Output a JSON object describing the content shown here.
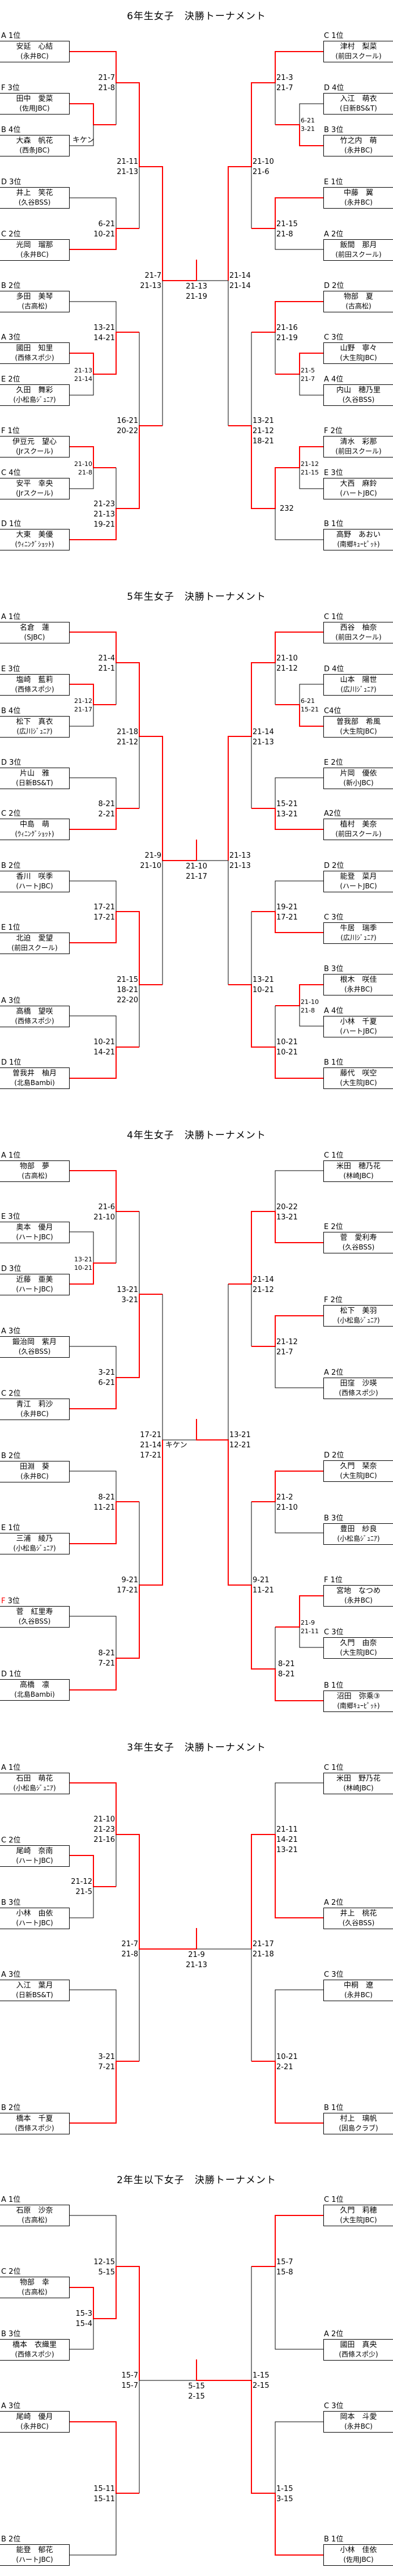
{
  "colors": {
    "win_line": "#ff0000",
    "line": "#000000"
  },
  "sections": [
    {
      "title": "6年生女子　決勝トーナメント",
      "left": [
        {
          "seed": "A 1位",
          "name": "安延　心結",
          "team": "(永井BC)"
        },
        {
          "seed": "F 3位",
          "name": "田中　愛菜",
          "team": "(佐用JBC)"
        },
        {
          "seed": "B 4位",
          "name": "大森　帆花",
          "team": "(西条JBC)"
        },
        {
          "seed": "D 3位",
          "name": "井上　笑花",
          "team": "(久谷BSS)"
        },
        {
          "seed": "C 2位",
          "name": "光岡　瑠那",
          "team": "(永井BC)"
        },
        {
          "seed": "B 2位",
          "name": "多田　美琴",
          "team": "(古高松)"
        },
        {
          "seed": "A 3位",
          "name": "國田　知里",
          "team": "(西條スポ少)"
        },
        {
          "seed": "E 2位",
          "name": "久田　舞彩",
          "team": "(小松島ｼﾞｭﾆｱ)"
        },
        {
          "seed": "F 1位",
          "name": "伊豆元　望心",
          "team": "(Jrスクール)"
        },
        {
          "seed": "C 4位",
          "name": "安平　幸央",
          "team": "(Jrスクール)"
        },
        {
          "seed": "D 1位",
          "name": "大東　美優",
          "team": "(ｳｨﾆﾝｸﾞｼｮｯﾄ)"
        }
      ],
      "right": [
        {
          "seed": "C 1位",
          "name": "津村　梨菜",
          "team": "(前田スクール)"
        },
        {
          "seed": "D 4位",
          "name": "入江　萌衣",
          "team": "(日新BS&T)"
        },
        {
          "seed": "B 3位",
          "name": "竹之内　萌",
          "team": "(永井BC)"
        },
        {
          "seed": "E 1位",
          "name": "中藤　翼",
          "team": "(永井BC)"
        },
        {
          "seed": "A 2位",
          "name": "飯間　那月",
          "team": "(前田スクール)"
        },
        {
          "seed": "D 2位",
          "name": "物部　夏",
          "team": "(古高松)"
        },
        {
          "seed": "C 3位",
          "name": "山野　寧々",
          "team": "(大生院JBC)"
        },
        {
          "seed": "A 4位",
          "name": "内山　穂乃里",
          "team": "(久谷BSS)"
        },
        {
          "seed": "F 2位",
          "name": "清水　彩那",
          "team": "(前田スクール)"
        },
        {
          "seed": "E 3位",
          "name": "大西　麻鈴",
          "team": "(ハートJBC)"
        },
        {
          "seed": "B 1位",
          "name": "高野　あおい",
          "team": "(南郷ｷｭｰﾋﾟｯﾄ)"
        }
      ],
      "scores": [
        [
          "21-7",
          "21-8"
        ],
        [
          "21-3",
          "21-7"
        ],
        [
          "キケン"
        ],
        [
          "6-21",
          "3-21"
        ],
        [
          "21-11",
          "21-13"
        ],
        [
          "21-10",
          "21-6"
        ],
        [
          "6-21",
          "10-21"
        ],
        [
          "21-15",
          "21-8"
        ],
        [
          "21-7",
          "21-13"
        ],
        [
          "21-14",
          "21-14"
        ],
        [
          "21-13",
          "21-19"
        ],
        [
          "13-21",
          "14-21"
        ],
        [
          "21-16",
          "21-19"
        ],
        [
          "21-13",
          "21-14"
        ],
        [
          "21-5",
          "21-7"
        ],
        [
          "16-21",
          "20-22"
        ],
        [
          "13-21",
          "21-12",
          "18-21"
        ],
        [
          "21-10",
          "21-8"
        ],
        [
          "21-12",
          "21-15"
        ],
        [
          "21-23",
          "21-13",
          "19-21"
        ],
        [
          "232"
        ]
      ]
    },
    {
      "title": "5年生女子　決勝トーナメント",
      "left": [
        {
          "seed": "A 1位",
          "name": "名倉　蓮",
          "team": "(SJBC)"
        },
        {
          "seed": "E 3位",
          "name": "塩崎　藍莉",
          "team": "(西條スポ少)"
        },
        {
          "seed": "B 4位",
          "name": "松下　真衣",
          "team": "(広川ｼﾞｭﾆｱ)"
        },
        {
          "seed": "D 3位",
          "name": "片山　雅",
          "team": "(日新BS&T)"
        },
        {
          "seed": "C 2位",
          "name": "中島　萌",
          "team": "(ｳｨﾆﾝｸﾞｼｮｯﾄ)"
        },
        {
          "seed": "B 2位",
          "name": "香川　咲季",
          "team": "(ハートJBC)"
        },
        {
          "seed": "E 1位",
          "name": "北迫　愛望",
          "team": "(前田スクール)"
        },
        {
          "seed": "A 3位",
          "name": "高橋　望咲",
          "team": "(西條スポ少)"
        },
        {
          "seed": "D 1位",
          "name": "曽我井　柚月",
          "team": "(北島Bambi)"
        }
      ],
      "right": [
        {
          "seed": "C 1位",
          "name": "西谷　柚奈",
          "team": "(前田スクール)"
        },
        {
          "seed": "D 4位",
          "name": "山本　陽世",
          "team": "(広川ｼﾞｭﾆｱ)"
        },
        {
          "seed": "C4位",
          "name": "曽我部　希風",
          "team": "(大生院JBC)"
        },
        {
          "seed": "E 2位",
          "name": "片岡　優依",
          "team": "(新小JBC)"
        },
        {
          "seed": "A2位",
          "name": "植村　美奈",
          "team": "(前田スクール)"
        },
        {
          "seed": "D 2位",
          "name": "能登　菜月",
          "team": "(ハートJBC)"
        },
        {
          "seed": "C 3位",
          "name": "牛居　瑞季",
          "team": "(広川ｼﾞｭﾆｱ)"
        },
        {
          "seed": "B 3位",
          "name": "根木　咲佳",
          "team": "(永井BC)"
        },
        {
          "seed": "A 4位",
          "name": "小林　千夏",
          "team": "(ハートJBC)"
        },
        {
          "seed": "B 1位",
          "name": "藤代　咲空",
          "team": "(大生院JBC)"
        }
      ],
      "scores": [
        [
          "21-4",
          "21-1"
        ],
        [
          "21-10",
          "21-12"
        ],
        [
          "21-12",
          "21-17"
        ],
        [
          "6-21",
          "15-21"
        ],
        [
          "21-18",
          "21-12"
        ],
        [
          "21-14",
          "21-13"
        ],
        [
          "8-21",
          "2-21"
        ],
        [
          "15-21",
          "13-21"
        ],
        [
          "21-9",
          "21-10"
        ],
        [
          "21-13",
          "21-13"
        ],
        [
          "21-10",
          "21-17"
        ],
        [
          "17-21",
          "17-21"
        ],
        [
          "19-21",
          "17-21"
        ],
        [
          "21-15",
          "18-21",
          "22-20"
        ],
        [
          "13-21",
          "10-21"
        ],
        [
          "21-10",
          "21-8"
        ],
        [
          "10-21",
          "14-21"
        ],
        [
          "10-21",
          "10-21"
        ]
      ]
    },
    {
      "title": "4年生女子　決勝トーナメント",
      "left": [
        {
          "seed": "A 1位",
          "name": "物部　夢",
          "team": "(古高松)"
        },
        {
          "seed": "E 3位",
          "name": "奥本　優月",
          "team": "(ハートJBC)"
        },
        {
          "seed": "D 3位",
          "name": "近藤　亜美",
          "team": "(ハートJBC)"
        },
        {
          "seed": "A 3位",
          "name": "鍛治岡　紫月",
          "team": "(久谷BSS)"
        },
        {
          "seed": "C 2位",
          "name": "青江　莉沙",
          "team": "(永井BC)"
        },
        {
          "seed": "B 2位",
          "name": "田淵　葵",
          "team": "(永井BC)"
        },
        {
          "seed": "E 1位",
          "name": "三浦　綾乃",
          "team": "(小松島ｼﾞｭﾆｱ)"
        },
        {
          "seed": "F 3位",
          "name": "菅　紅里寿",
          "team": "(久谷BSS)",
          "seed_letter_color": "#ff0000"
        },
        {
          "seed": "D 1位",
          "name": "高橋　凛",
          "team": "(北島Bambi)"
        }
      ],
      "right": [
        {
          "seed": "C 1位",
          "name": "米田　穂乃花",
          "team": "(林崎JBC)"
        },
        {
          "seed": "E 2位",
          "name": "菅　愛利寿",
          "team": "(久谷BSS)"
        },
        {
          "seed": "F 2位",
          "name": "松下　美羽",
          "team": "(小松島ｼﾞｭﾆｱ)"
        },
        {
          "seed": "A 2位",
          "name": "田窪　沙瑛",
          "team": "(西條スポ少)"
        },
        {
          "seed": "D 2位",
          "name": "久門　琹奈",
          "team": "(大生院JBC)"
        },
        {
          "seed": "B 3位",
          "name": "豊田　紗良",
          "team": "(小松島ｼﾞｭﾆｱ)"
        },
        {
          "seed": "F 1位",
          "name": "宮地　なつめ",
          "team": "(永井BC)"
        },
        {
          "seed": "C 3位",
          "name": "久門　由奈",
          "team": "(大生院JBC)"
        },
        {
          "seed": "B 1位",
          "name": "沼田　弥乘③",
          "team": "(南郷ｷｭｰﾋﾟｯﾄ)"
        }
      ],
      "scores": [
        [
          "21-6",
          "21-10"
        ],
        [
          "20-22",
          "13-21"
        ],
        [
          "13-21",
          "10-21"
        ],
        [
          "21-14",
          "21-12"
        ],
        [
          "13-21",
          "3-21"
        ],
        [
          "21-12",
          "21-7"
        ],
        [
          "3-21",
          "6-21"
        ],
        [
          "17-21",
          "21-14",
          "17-21"
        ],
        [
          "キケン"
        ],
        [
          "13-21",
          "12-21"
        ],
        [
          "8-21",
          "11-21"
        ],
        [
          "21-2",
          "21-10"
        ],
        [
          "9-21",
          "17-21"
        ],
        [
          "9-21",
          "11-21"
        ],
        [
          "21-9",
          "21-11"
        ],
        [
          "8-21",
          "7-21"
        ],
        [
          "8-21",
          "8-21"
        ]
      ]
    },
    {
      "title": "3年生女子　決勝トーナメント",
      "left": [
        {
          "seed": "A 1位",
          "name": "石田　萌花",
          "team": "(小松島ｼﾞｭﾆｱ)"
        },
        {
          "seed": "C 2位",
          "name": "尾崎　奈南",
          "team": "(ハートJBC)"
        },
        {
          "seed": "B 3位",
          "name": "小林　由依",
          "team": "(ハートJBC)"
        },
        {
          "seed": "A 3位",
          "name": "入江　葉月",
          "team": "(日新BS&T)"
        },
        {
          "seed": "B 2位",
          "name": "橋本　千夏",
          "team": "(西條スポ少)"
        }
      ],
      "right": [
        {
          "seed": "C 1位",
          "name": "米田　野乃花",
          "team": "(林崎JBC)"
        },
        {
          "seed": "A 2位",
          "name": "井上　桃花",
          "team": "(久谷BSS)"
        },
        {
          "seed": "C 3位",
          "name": "中桐　遼",
          "team": "(永井BC)"
        },
        {
          "seed": "B 1位",
          "name": "村上　璃帆",
          "team": "(因島クラブ)"
        }
      ],
      "scores": [
        [
          "21-10",
          "21-23",
          "21-16"
        ],
        [
          "21-11",
          "14-21",
          "13-21"
        ],
        [
          "21-12",
          "21-5"
        ],
        [
          "21-7",
          "21-8"
        ],
        [
          "21-17",
          "21-18"
        ],
        [
          "21-9",
          "21-13"
        ],
        [
          "3-21",
          "7-21"
        ],
        [
          "10-21",
          "2-21"
        ]
      ]
    },
    {
      "title": "2年生以下女子　決勝トーナメント",
      "left": [
        {
          "seed": "A 1位",
          "name": "石原　沙奈",
          "team": "(古高松)"
        },
        {
          "seed": "C 2位",
          "name": "物部　幸",
          "team": "(古高松)"
        },
        {
          "seed": "B 3位",
          "name": "橋本　衣織里",
          "team": "(西條スポ少)"
        },
        {
          "seed": "A 3位",
          "name": "尾崎　優月",
          "team": "(永井BC)"
        },
        {
          "seed": "B 2位",
          "name": "能登　郁花",
          "team": "(ハートJBC)"
        }
      ],
      "right": [
        {
          "seed": "C 1位",
          "name": "久門　莉穂",
          "team": "(大生院JBC)"
        },
        {
          "seed": "A 2位",
          "name": "國田　真央",
          "team": "(西條スポ少)"
        },
        {
          "seed": "C 3位",
          "name": "岡本　斗愛",
          "team": "(永井BC)"
        },
        {
          "seed": "B 1位",
          "name": "小林　佳依",
          "team": "(佐用JBC)"
        }
      ],
      "scores": [
        [
          "12-15",
          "5-15"
        ],
        [
          "15-7",
          "15-8"
        ],
        [
          "15-3",
          "15-4"
        ],
        [
          "15-7",
          "15-7"
        ],
        [
          "1-15",
          "2-15"
        ],
        [
          "5-15",
          "2-15"
        ],
        [
          "15-11",
          "15-11"
        ],
        [
          "1-15",
          "3-15"
        ]
      ]
    }
  ]
}
